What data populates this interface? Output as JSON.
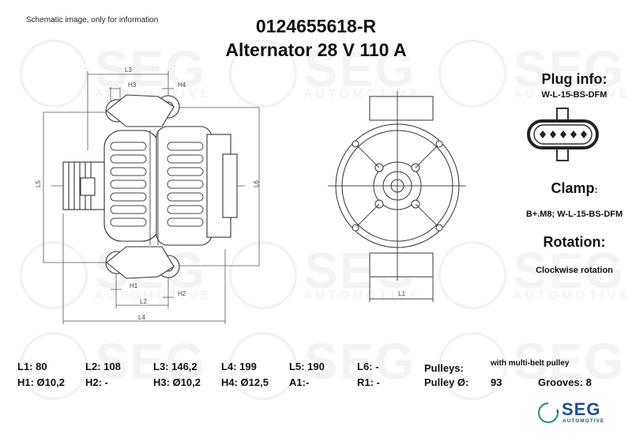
{
  "header": {
    "note": "Schematic image, only for information",
    "part_number": "0124655618-R",
    "product_title": "Alternator 28 V 110 A"
  },
  "drawing": {
    "side_view_labels": [
      "L3",
      "H3",
      "H4",
      "L5",
      "L6",
      "H1",
      "H2",
      "L2",
      "L4"
    ],
    "front_view_labels": [
      "L1"
    ]
  },
  "plug": {
    "heading": "Plug info:",
    "value": "W-L-15-BS-DFM",
    "icon": "connector-plug-icon"
  },
  "clamp": {
    "heading": "Clamp",
    "colon": ":",
    "value": "B+.M8; W-L-15-BS-DFM"
  },
  "rotation": {
    "heading": "Rotation:",
    "value": "Clockwise rotation"
  },
  "specs": {
    "row1": [
      {
        "label": "L1: 80"
      },
      {
        "label": "L2: 108"
      },
      {
        "label": "L3: 146,2"
      },
      {
        "label": "L4: 199"
      },
      {
        "label": "L5: 190"
      },
      {
        "label": "L6: -"
      }
    ],
    "row2": [
      {
        "label": "H1: Ø10,2"
      },
      {
        "label": "H2: -"
      },
      {
        "label": "H3: Ø10,2"
      },
      {
        "label": "H4: Ø12,5"
      },
      {
        "label": "A1:-"
      },
      {
        "label": "R1: -"
      }
    ]
  },
  "pulley": {
    "pulleys_label": "Pulleys:",
    "pulleys_value": "with multi-belt pulley",
    "diameter_label": "Pulley Ø:",
    "diameter_value": "93",
    "grooves": "Grooves: 8"
  },
  "logo": {
    "brand": "SEG",
    "sub": "AUTOMOTIVE",
    "brand_color": "#1d4f91",
    "ring_color": "#2a9d6f"
  },
  "watermark": {
    "brand": "SEG",
    "sub": "AUTOMOTIVE"
  }
}
